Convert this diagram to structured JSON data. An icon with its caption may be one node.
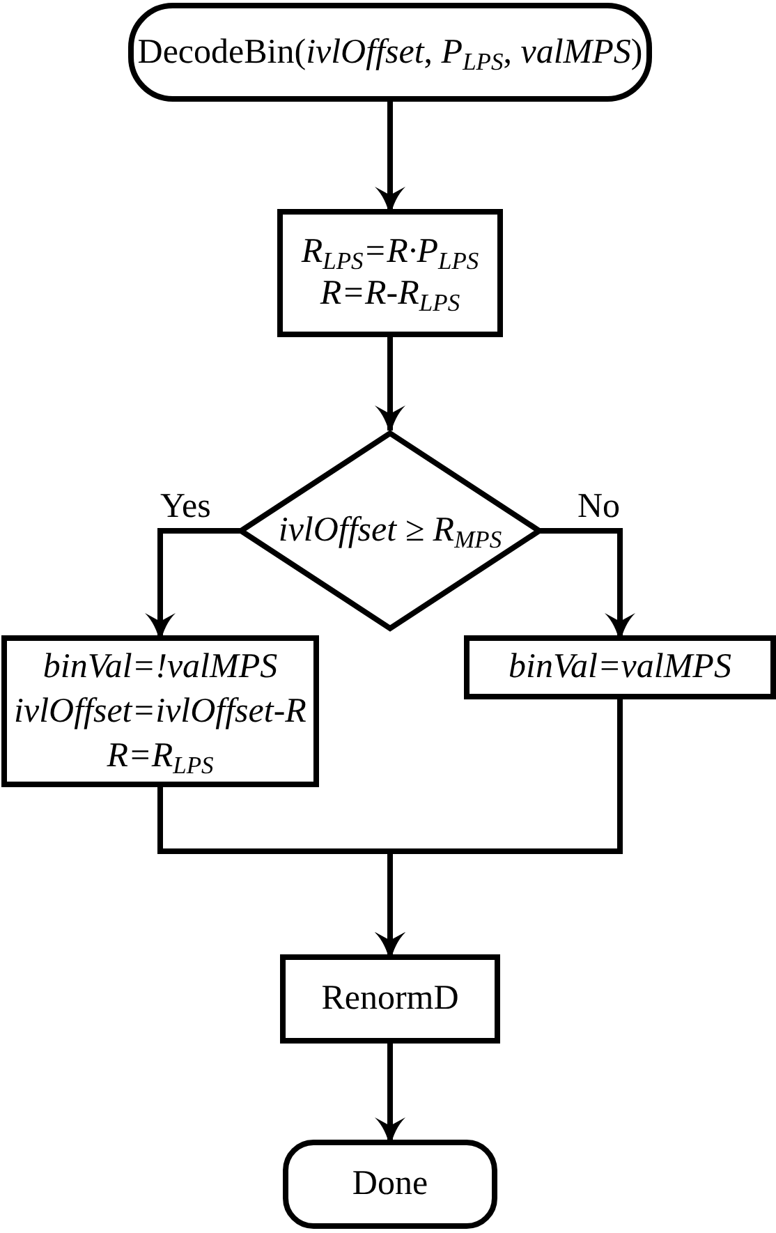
{
  "diagram": {
    "nodes": [
      {
        "text": [
          "DecodeBin(*ivlOffset*, *P$_{LPS}$*, *valMPS*)"
        ]
      },
      {
        "text": [
          "R$_{LPS}$=R·P$_{LPS}$",
          "R=R-R$_{LPS}$"
        ]
      },
      {
        "text": [
          "ivlOffset ≥ R$_{MPS}$"
        ]
      },
      {
        "text": [
          "binVal=!valMPS",
          "ivlOffset=ivlOffset-R",
          "R=R$_{LPS}$"
        ]
      },
      {
        "text": [
          "binVal=valMPS"
        ]
      },
      {
        "text": [
          "RenormD"
        ]
      },
      {
        "text": [
          "Done"
        ]
      }
    ],
    "edges": [
      {
        "from": 0,
        "to": 1,
        "arrow": "to"
      },
      {
        "from": 1,
        "to": 2,
        "arrow": "to"
      },
      {
        "from": 2,
        "to": 3,
        "arrow": "to",
        "label": "Yes"
      },
      {
        "from": 2,
        "to": 4,
        "arrow": "to",
        "label": "No"
      },
      {
        "from": 3,
        "to": 5,
        "arrow": "to"
      },
      {
        "from": 4,
        "to": 5,
        "arrow": "to"
      },
      {
        "from": 5,
        "to": 6,
        "arrow": "to"
      }
    ]
  }
}
